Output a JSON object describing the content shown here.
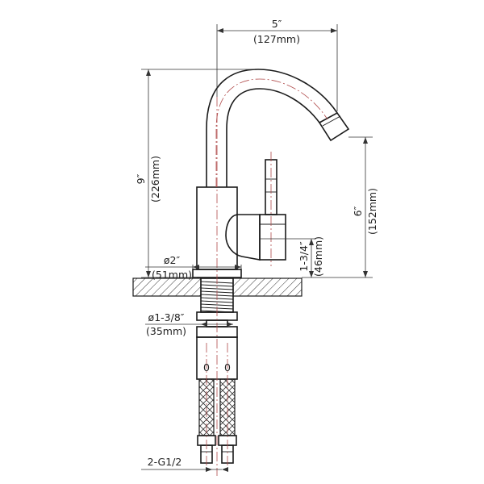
{
  "diagram": {
    "width_label": "5″",
    "width_metric": "(127mm)",
    "height_label": "9″",
    "height_metric": "(226mm)",
    "spout_height_label": "6″",
    "spout_height_metric": "(152mm)",
    "base_diameter_label": "ø2″",
    "base_diameter_metric": "(51mm)",
    "handle_height_label": "1-3/4″",
    "handle_height_metric": "(46mm)",
    "shank_diameter_label": "ø1-3/8″",
    "shank_diameter_metric": "(35mm)",
    "connector_label": "2-G1/2",
    "hose_marks": [
      "0",
      "0"
    ]
  }
}
